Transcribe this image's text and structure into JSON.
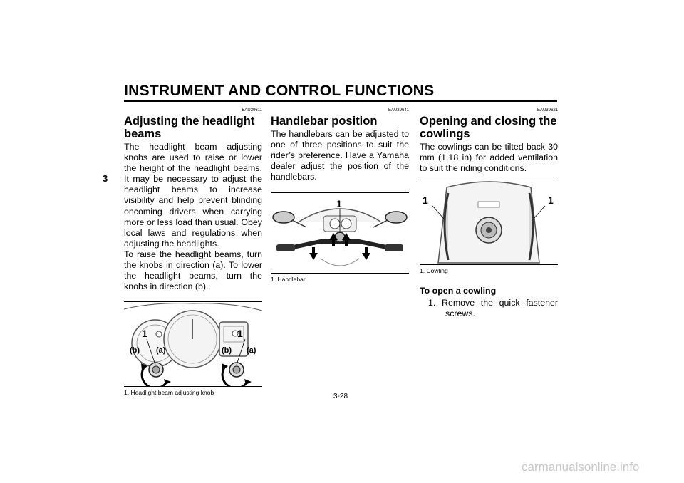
{
  "header": {
    "title": "INSTRUMENT AND CONTROL FUNCTIONS",
    "chapter_tab": "3"
  },
  "sections": [
    {
      "code": "EAU39611",
      "heading": "Adjusting the headlight beams",
      "paragraphs": [
        "The headlight beam adjusting knobs are used to raise or lower the height of the headlight beams. It may be necessary to adjust the headlight beams to increase visibility and help prevent blinding oncoming drivers when carrying more or less load than usual. Obey local laws and regulations when adjusting the headlights.",
        "To raise the headlight beams, turn the knobs in direction (a). To lower the headlight beams, turn the knobs in direction (b)."
      ],
      "figure": {
        "callout": "1",
        "label_a": "(a)",
        "label_b": "(b)",
        "caption": "1.  Headlight beam adjusting knob"
      }
    },
    {
      "code": "EAU39641",
      "heading": "Handlebar position",
      "paragraphs": [
        "The handlebars can be adjusted to one of three positions to suit the rider’s preference. Have a Yamaha dealer adjust the position of the handlebars."
      ],
      "figure": {
        "callout": "1",
        "caption": "1.  Handlebar"
      }
    },
    {
      "code": "EAU39621",
      "heading": "Opening and closing the cowlings",
      "paragraphs": [
        "The cowlings can be tilted back 30 mm (1.18 in) for added ventilation to suit the riding conditions."
      ],
      "figure": {
        "callout": "1",
        "caption": "1.  Cowling"
      },
      "subheading": "To open a cowling",
      "steps": [
        {
          "number": "1.",
          "text": "Remove the quick fastener screws."
        }
      ]
    }
  ],
  "footer": {
    "page_number": "3-28",
    "watermark": "carmanualsonline.info"
  }
}
